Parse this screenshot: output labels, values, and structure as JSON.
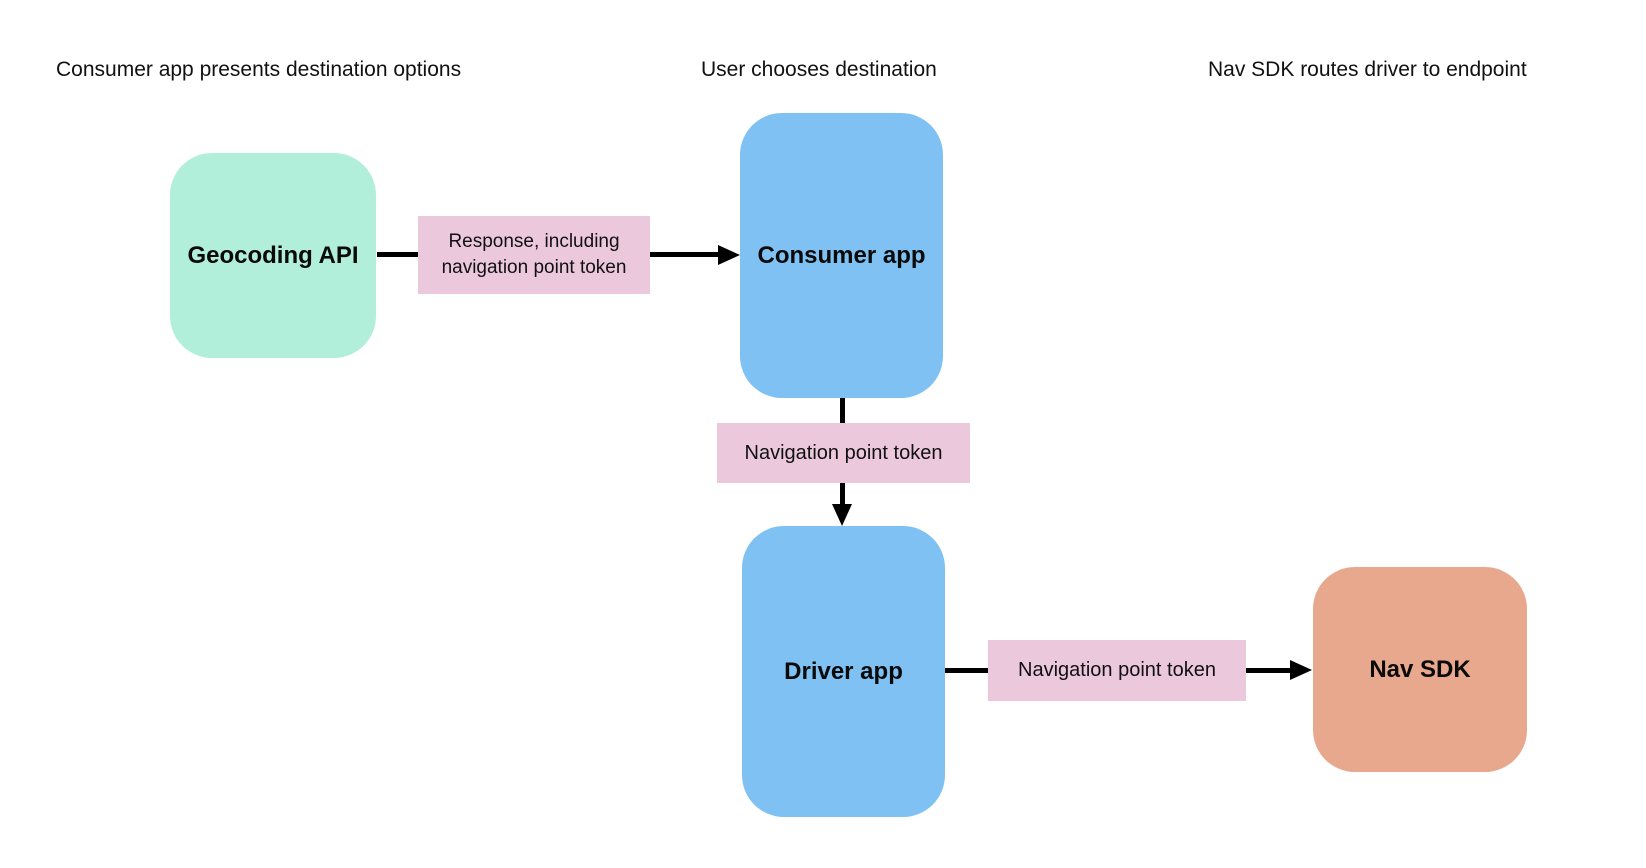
{
  "headers": [
    {
      "label": "Consumer app presents destination options"
    },
    {
      "label": "User chooses destination"
    },
    {
      "label": "Nav SDK routes driver to endpoint"
    }
  ],
  "nodes": {
    "geocoding_api": {
      "label": "Geocoding API",
      "color": "#b2efda"
    },
    "consumer_app": {
      "label": "Consumer app",
      "color": "#7fc1f2"
    },
    "driver_app": {
      "label": "Driver app",
      "color": "#7fc1f2"
    },
    "nav_sdk": {
      "label": "Nav SDK",
      "color": "#e8a88e"
    }
  },
  "edges": {
    "geocoding_to_consumer": {
      "label": "Response, including navigation point token",
      "direction": "right"
    },
    "consumer_to_driver": {
      "label": "Navigation point token",
      "direction": "down"
    },
    "driver_to_nav_sdk": {
      "label": "Navigation point token",
      "direction": "right"
    }
  },
  "colors": {
    "edge_label_background": "#ecc8dd",
    "arrow": "#000000",
    "background": "#ffffff"
  }
}
